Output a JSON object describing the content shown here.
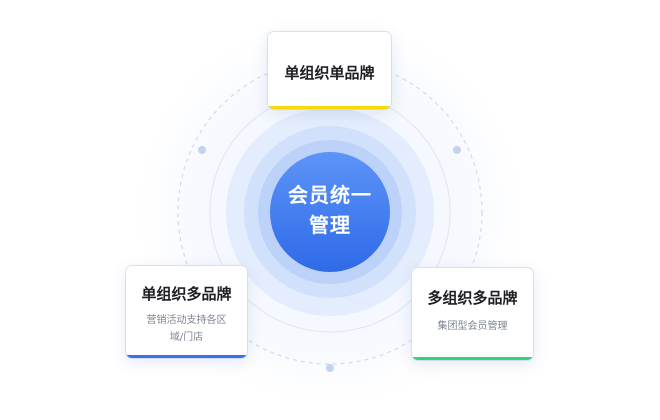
{
  "center": {
    "line1": "会员统一",
    "line2": "管理"
  },
  "cards": {
    "top": {
      "title": "单组织单品牌",
      "accent": "#f5d90a"
    },
    "left": {
      "title": "单组织多品牌",
      "desc_line1": "营销活动支持各区",
      "desc_line2": "域/门店",
      "accent": "#3a6ff0"
    },
    "right": {
      "title": "多组织多品牌",
      "desc": "集团型会员管理",
      "accent": "#2ed47a"
    }
  },
  "colors": {
    "center_dark": "#2f6ae8",
    "center_light": "#5d94f7",
    "halo": "#dde8fc",
    "orbit": "#cfdcf3",
    "dot": "#c2d3f2"
  }
}
